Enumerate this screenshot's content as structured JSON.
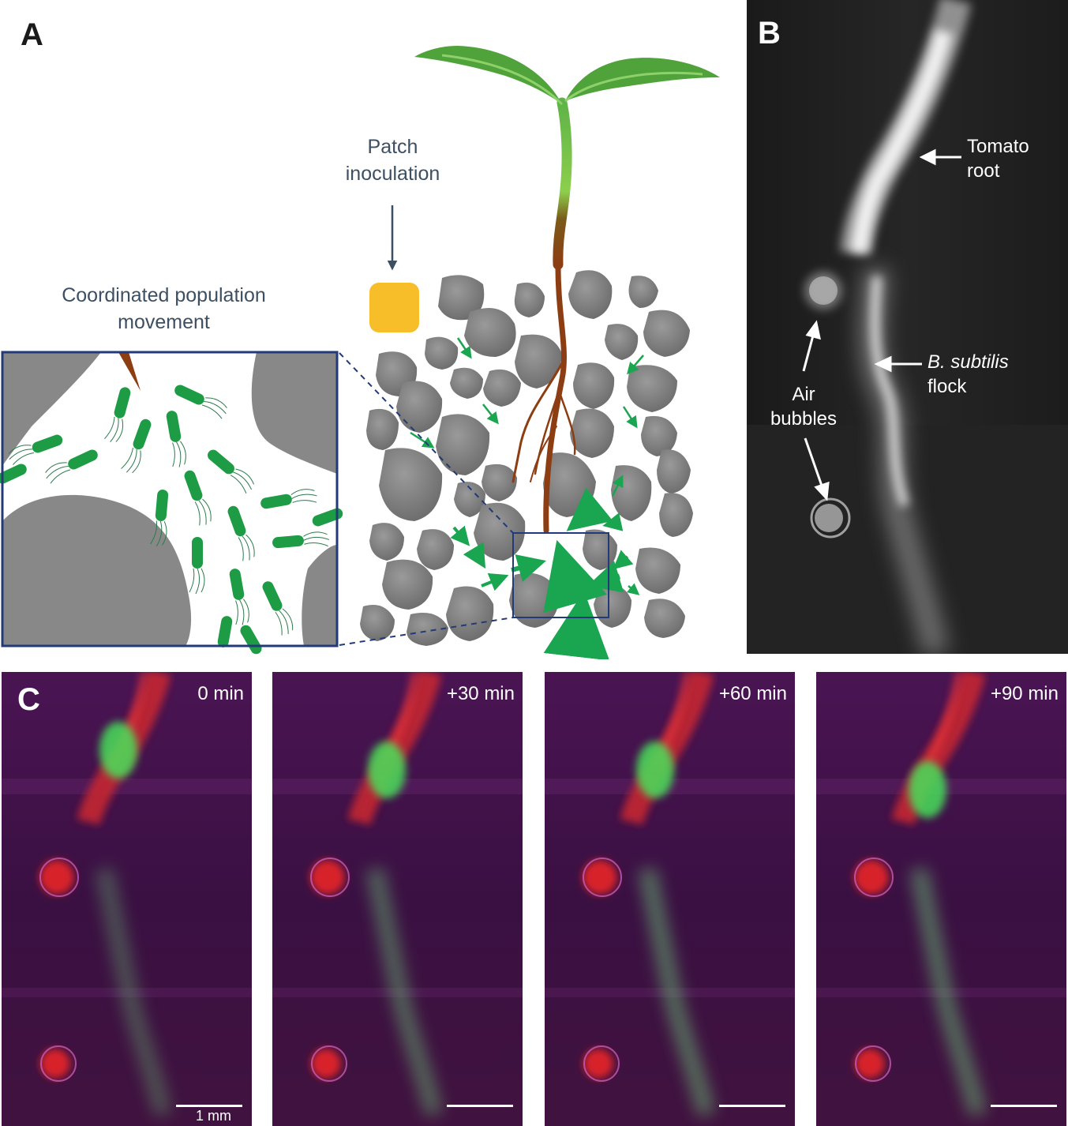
{
  "figure": {
    "panels": {
      "a": {
        "letter": "A",
        "patch_label_line1": "Patch",
        "patch_label_line2": "inoculation",
        "inset_label_line1": "Coordinated population",
        "inset_label_line2": "movement",
        "colors": {
          "patch": "#f7be2a",
          "bacteria": "#1e9c45",
          "arrows": "#1aa550",
          "particles": "#7d7d7d",
          "root": "#8c3d12",
          "shoot": "#5eb847",
          "frame": "#233a78"
        }
      },
      "b": {
        "letter": "B",
        "root_label_line1": "Tomato",
        "root_label_line2": "root",
        "flock_label_italic": "B. subtilis",
        "flock_label_line2": "flock",
        "bubbles_label_line1": "Air",
        "bubbles_label_line2": "bubbles"
      },
      "c": {
        "letter": "C",
        "frames": [
          {
            "time": "0 min"
          },
          {
            "time": "+30 min"
          },
          {
            "time": "+60 min"
          },
          {
            "time": "+90 min"
          }
        ],
        "scale_label": "1 mm",
        "colors": {
          "background": "#3f1147",
          "root": "#d8242c",
          "bacteria": "#46e05a"
        }
      }
    }
  }
}
